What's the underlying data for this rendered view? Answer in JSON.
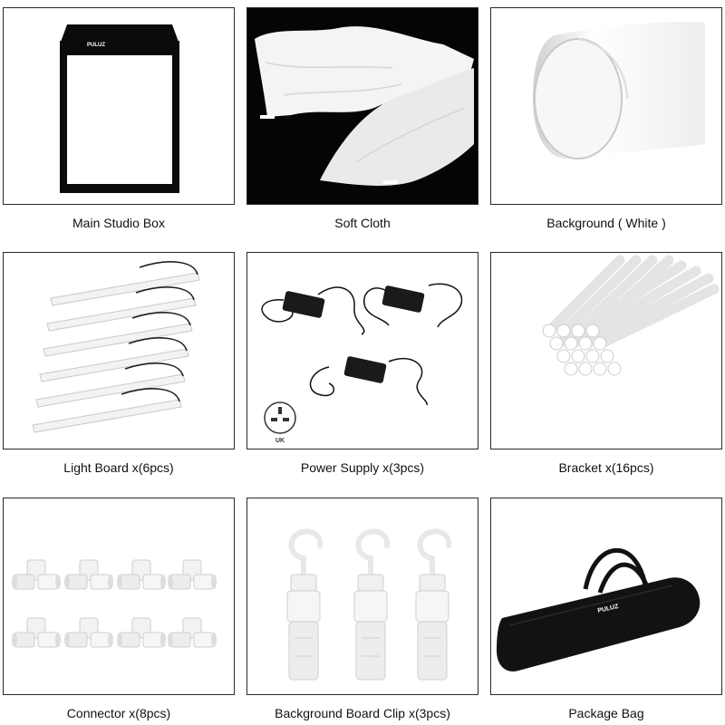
{
  "colors": {
    "frame_border": "#2a2a2a",
    "caption_text": "#111111",
    "dark_backdrop": "#050505",
    "black_product": "#121212"
  },
  "items": [
    {
      "caption": "Main Studio Box",
      "icon": "studio-box-icon",
      "brand": "PULUZ"
    },
    {
      "caption": "Soft Cloth",
      "icon": "soft-cloth-icon"
    },
    {
      "caption": "Background ( White )",
      "icon": "white-background-roll-icon"
    },
    {
      "caption": "Light Board x(6pcs)",
      "icon": "led-light-strip-icon"
    },
    {
      "caption": "Power Supply x(3pcs)",
      "icon": "power-adapter-icon",
      "plug_label": "UK"
    },
    {
      "caption": "Bracket x(16pcs)",
      "icon": "bracket-rod-icon"
    },
    {
      "caption": "Connector x(8pcs)",
      "icon": "three-way-connector-icon"
    },
    {
      "caption": "Background Board Clip x(3pcs)",
      "icon": "hook-clip-icon"
    },
    {
      "caption": "Package Bag",
      "icon": "carry-bag-icon",
      "brand": "PULUZ"
    }
  ]
}
